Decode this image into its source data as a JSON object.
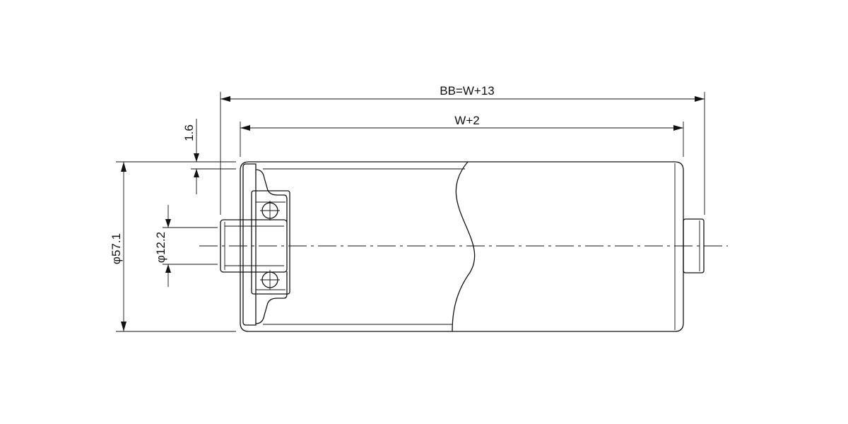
{
  "dimensions": {
    "overall_length": "BB=W+13",
    "tube_length": "W+2",
    "wall_thickness": "1.6",
    "tube_diameter": "φ57.1",
    "shaft_diameter": "φ12.2"
  }
}
